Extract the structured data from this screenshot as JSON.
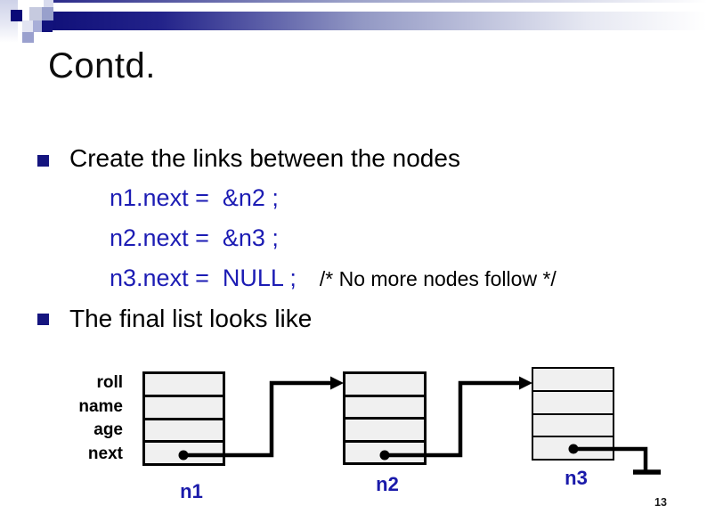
{
  "slide": {
    "title": "Contd.",
    "page_number": "13"
  },
  "bullets": {
    "bullet1": "Create the links between the nodes",
    "bullet2": "The final list looks like"
  },
  "code": {
    "line1": "n1.next =  &n2 ;",
    "line2": "n2.next =  &n3 ;",
    "line3": "n3.next =  NULL ;",
    "comment": "/* No more nodes follow */"
  },
  "diagram": {
    "field_labels": [
      "roll",
      "name",
      "age",
      "next"
    ],
    "nodes": [
      {
        "label": "n1",
        "next_points_to": "n2"
      },
      {
        "label": "n2",
        "next_points_to": "n3"
      },
      {
        "label": "n3",
        "next_points_to": "NULL"
      }
    ]
  },
  "colors": {
    "accent_navy": "#15157f",
    "header_bar_dark": "#0f0f78",
    "code_blue": "#1c1cb4",
    "node_label_blue": "#1a1aaa",
    "node_fill": "#f0f0f0",
    "line_black": "#000000"
  }
}
